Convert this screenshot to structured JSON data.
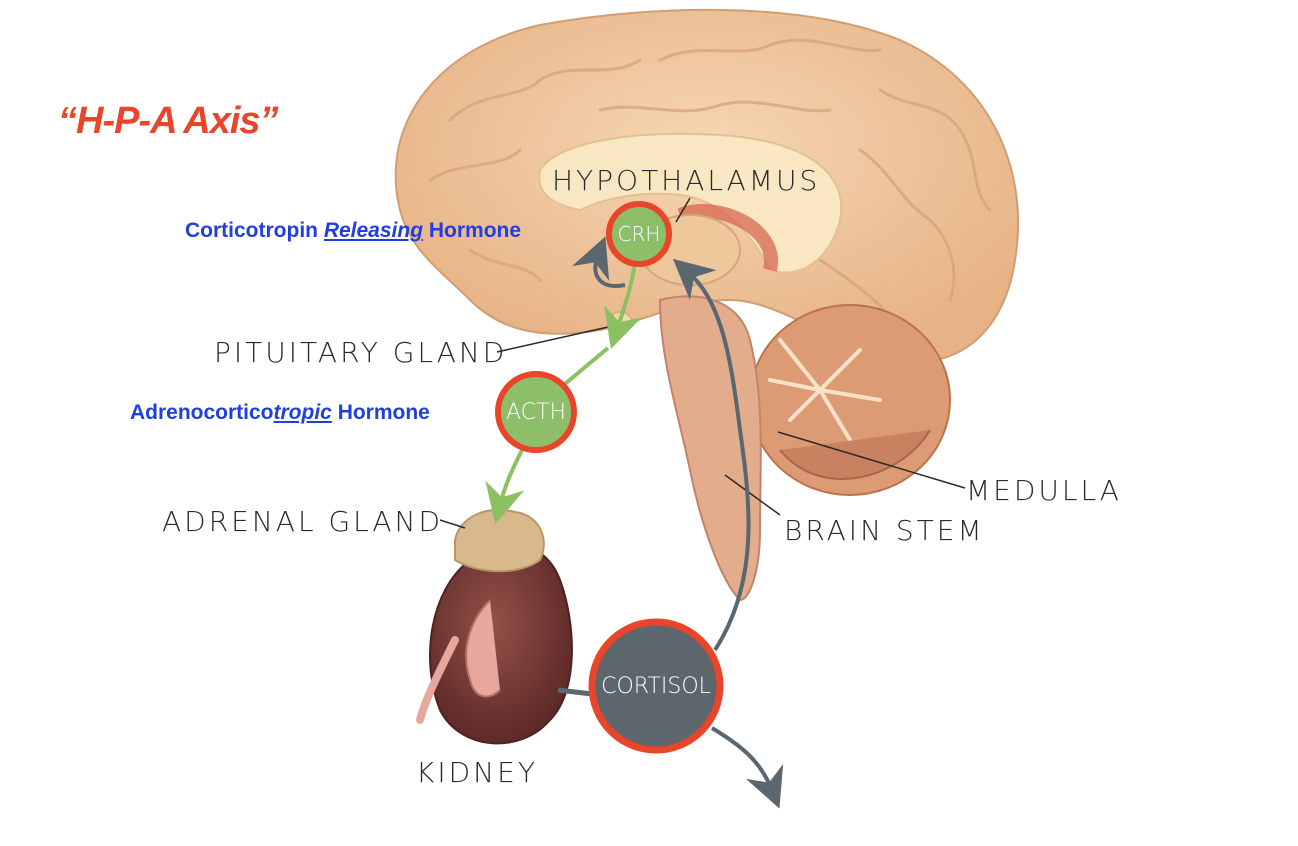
{
  "title": "“H-P-A Axis”",
  "colors": {
    "title": "#e8452a",
    "blue_label": "#1f3fe0",
    "ring": "#e8452a",
    "hormone_fill": "#8dbe6a",
    "cortisol_fill": "#5c666c",
    "feedback_arrow": "#5b6770",
    "green_arrow": "#8cc063",
    "brain": "#f0c7a0",
    "kidney": "#7a3a36"
  },
  "hormone_labels": {
    "crh": {
      "pre": "Corticotropin ",
      "emph": "Releasing",
      "post": " Hormone"
    },
    "acth": {
      "pre": "Adrenocortico",
      "emph": "tropic",
      "post": " Hormone"
    }
  },
  "anatomy_labels": {
    "hypothalamus": "HYPOTHALAMUS",
    "pituitary": "PITUITARY GLAND",
    "adrenal": "ADRENAL GLAND",
    "kidney": "KIDNEY",
    "medulla": "MEDULLA",
    "brain_stem": "BRAIN STEM"
  },
  "circles": {
    "crh": "CRH",
    "acth": "ACTH",
    "cortisol": "CORTISOL"
  }
}
